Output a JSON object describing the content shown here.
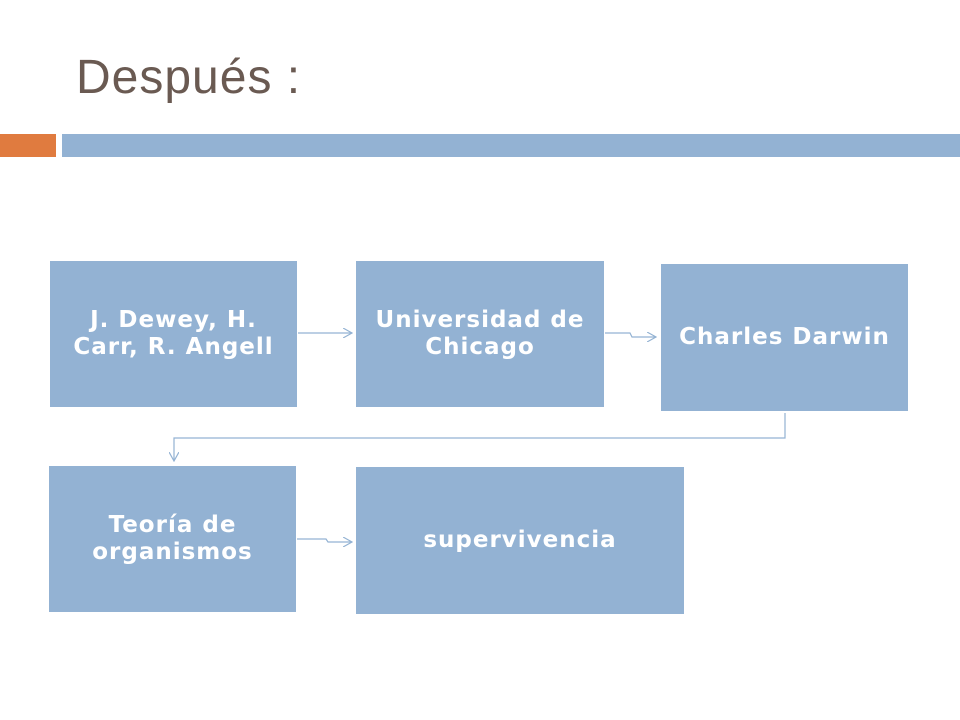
{
  "title": "Después :",
  "theme": {
    "accent_orange": "#e07b3f",
    "accent_blue": "#93b2d3",
    "title_color": "#6a5a52",
    "box_text": "#ffffff"
  },
  "diagram": {
    "nodes": [
      {
        "id": "n1",
        "label": "J. Dewey, H. Carr, R. Angell"
      },
      {
        "id": "n2",
        "label": "Universidad de Chicago"
      },
      {
        "id": "n3",
        "label": "Charles Darwin"
      },
      {
        "id": "n4",
        "label": "Teoría de organismos"
      },
      {
        "id": "n5",
        "label": "supervivencia"
      }
    ],
    "edges": [
      {
        "from": "n1",
        "to": "n2"
      },
      {
        "from": "n2",
        "to": "n3"
      },
      {
        "from": "n3",
        "to": "n4"
      },
      {
        "from": "n4",
        "to": "n5"
      }
    ]
  }
}
